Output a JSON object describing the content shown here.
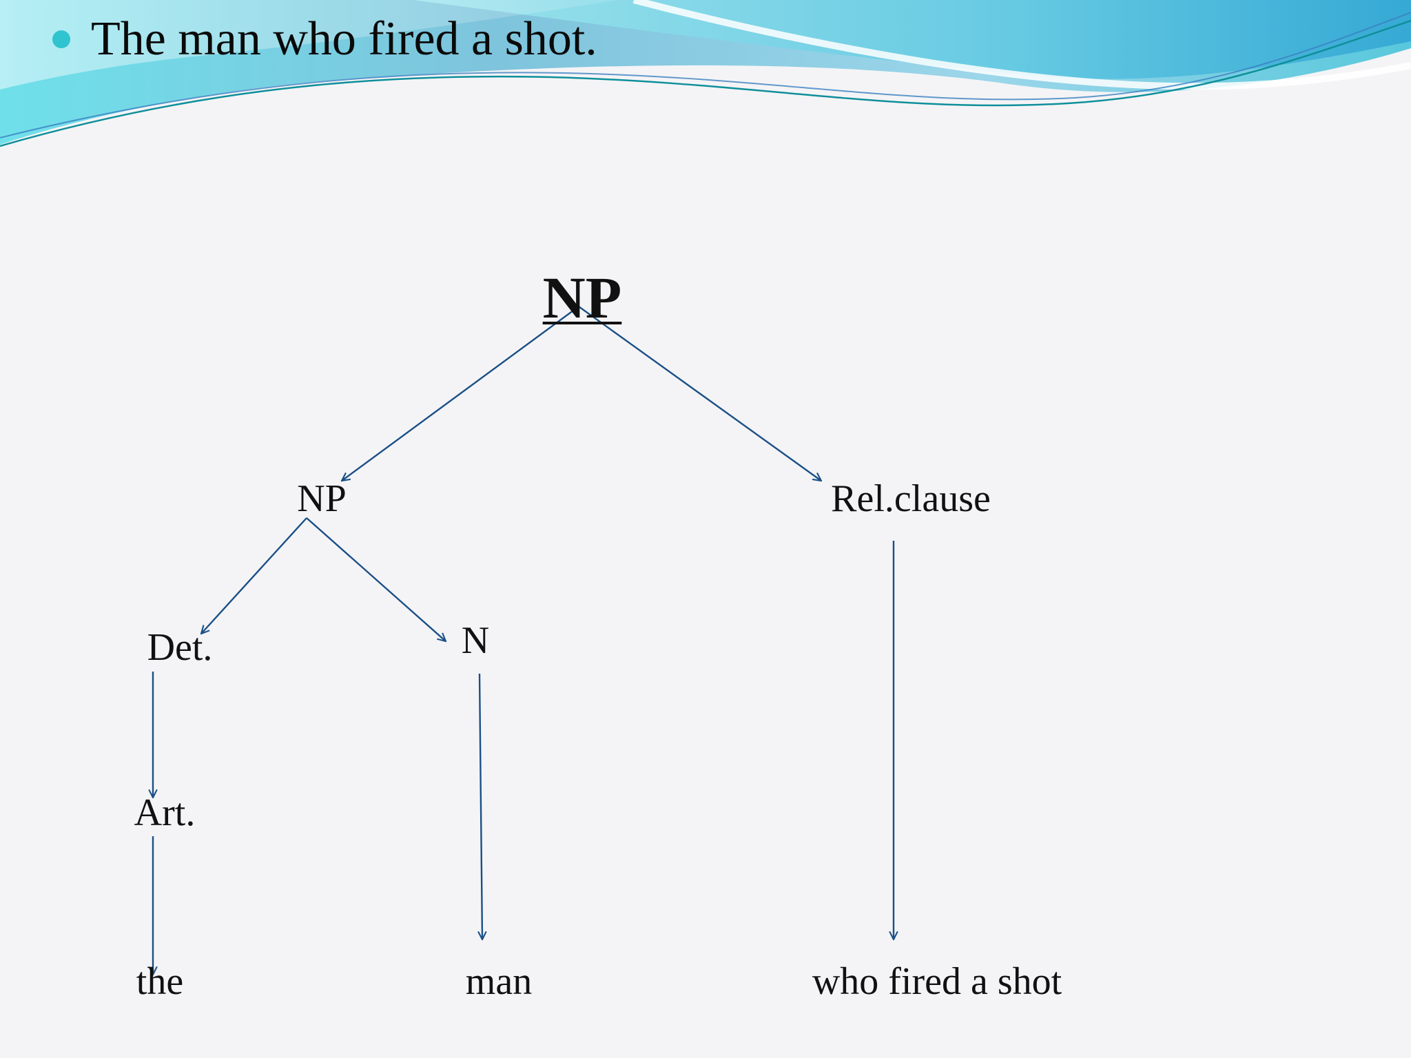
{
  "slide": {
    "bullet_text": "The man who fired a shot.",
    "bullet_color": "#2fc4cf",
    "arrow_color": "#1a4f86",
    "banner_colors": [
      "#7fd3e6",
      "#3cc7d8",
      "#1b8fbf",
      "#a9e6ef"
    ]
  },
  "tree": {
    "root": "NP",
    "np": "NP",
    "rel_clause": "Rel.clause",
    "det": "Det.",
    "n": "N",
    "art": "Art.",
    "the": "the",
    "man": "man",
    "who_fired": "who fired a shot"
  }
}
